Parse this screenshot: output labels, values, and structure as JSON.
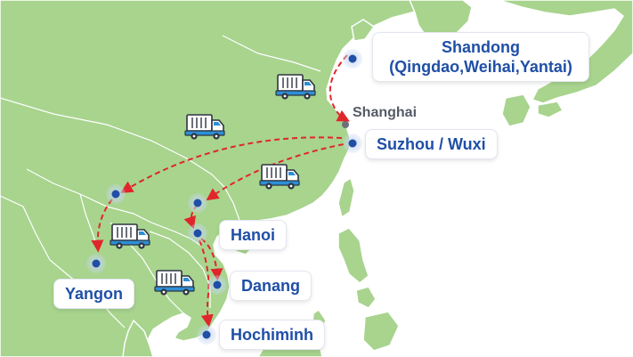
{
  "map": {
    "colors": {
      "sea": "#ffffff",
      "land": "#a8d48e",
      "border": "#ffffff",
      "route": "#e0262b",
      "marker": "#1f4fa6",
      "marker_halo": "#b3c6ea",
      "label_text": "#1f4fa6",
      "truck_body": "#ffffff",
      "truck_accent": "#2d8fd6"
    },
    "icons": [
      "truck-icon",
      "location-pin-icon"
    ],
    "cities": [
      {
        "id": "shandong",
        "lines": [
          "Shandong",
          "(Qingdao,Weihai,Yantai)"
        ]
      },
      {
        "id": "shanghai",
        "name": "Shanghai"
      },
      {
        "id": "suzhou",
        "name": "Suzhou / Wuxi"
      },
      {
        "id": "hanoi",
        "name": "Hanoi"
      },
      {
        "id": "danang",
        "name": "Danang"
      },
      {
        "id": "yangon",
        "name": "Yangon"
      },
      {
        "id": "hochiminh",
        "name": "Hochiminh"
      }
    ],
    "routes": [
      {
        "from": "shandong",
        "to": "shanghai"
      },
      {
        "from": "suzhou",
        "to": "kunming-node"
      },
      {
        "from": "kunming-node",
        "to": "yangon"
      },
      {
        "from": "suzhou",
        "to": "nanning-node"
      },
      {
        "from": "nanning-node",
        "to": "hanoi"
      },
      {
        "from": "hanoi",
        "to": "danang"
      },
      {
        "from": "hanoi",
        "to": "hochiminh"
      }
    ]
  }
}
